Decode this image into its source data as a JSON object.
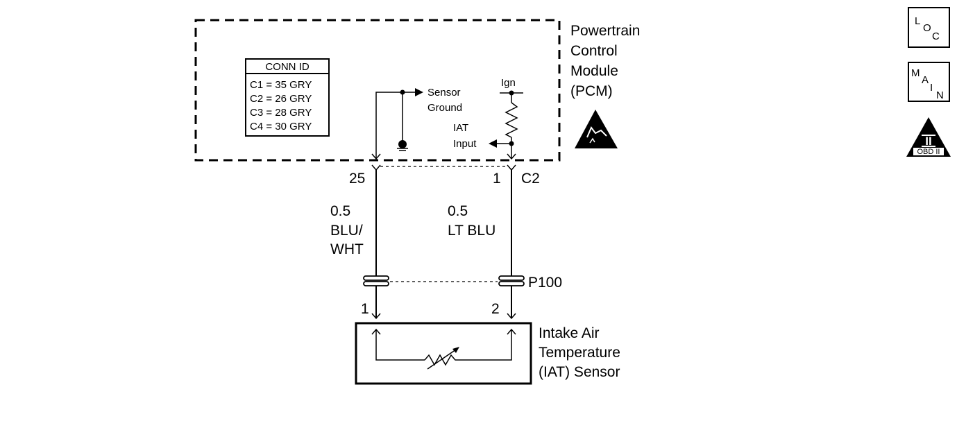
{
  "pcm": {
    "name_lines": [
      "Powertrain",
      "Control",
      "Module",
      "(PCM)"
    ]
  },
  "conn_id": {
    "title": "CONN ID",
    "rows": [
      "C1 = 35 GRY",
      "C2 = 26 GRY",
      "C3 = 28 GRY",
      "C4 = 30 GRY"
    ]
  },
  "internal": {
    "sensor_ground_lines": [
      "Sensor",
      "Ground"
    ],
    "ign": "Ign",
    "iat_input_lines": [
      "IAT",
      "Input"
    ]
  },
  "connector_c2": {
    "pin_left": "25",
    "pin_right": "1",
    "name": "C2"
  },
  "wires": {
    "left_lines": [
      "0.5",
      "BLU/",
      "WHT"
    ],
    "right_lines": [
      "0.5",
      "LT BLU"
    ]
  },
  "connector_p100": {
    "name": "P100",
    "pin_left": "1",
    "pin_right": "2"
  },
  "sensor": {
    "name_lines": [
      "Intake Air",
      "Temperature",
      "(IAT) Sensor"
    ]
  },
  "badges": {
    "loc": [
      "L",
      "O",
      "C"
    ],
    "main": [
      "M",
      "A",
      "I",
      "N"
    ],
    "obd": {
      "numeral": "II",
      "caption": "OBD II"
    }
  }
}
